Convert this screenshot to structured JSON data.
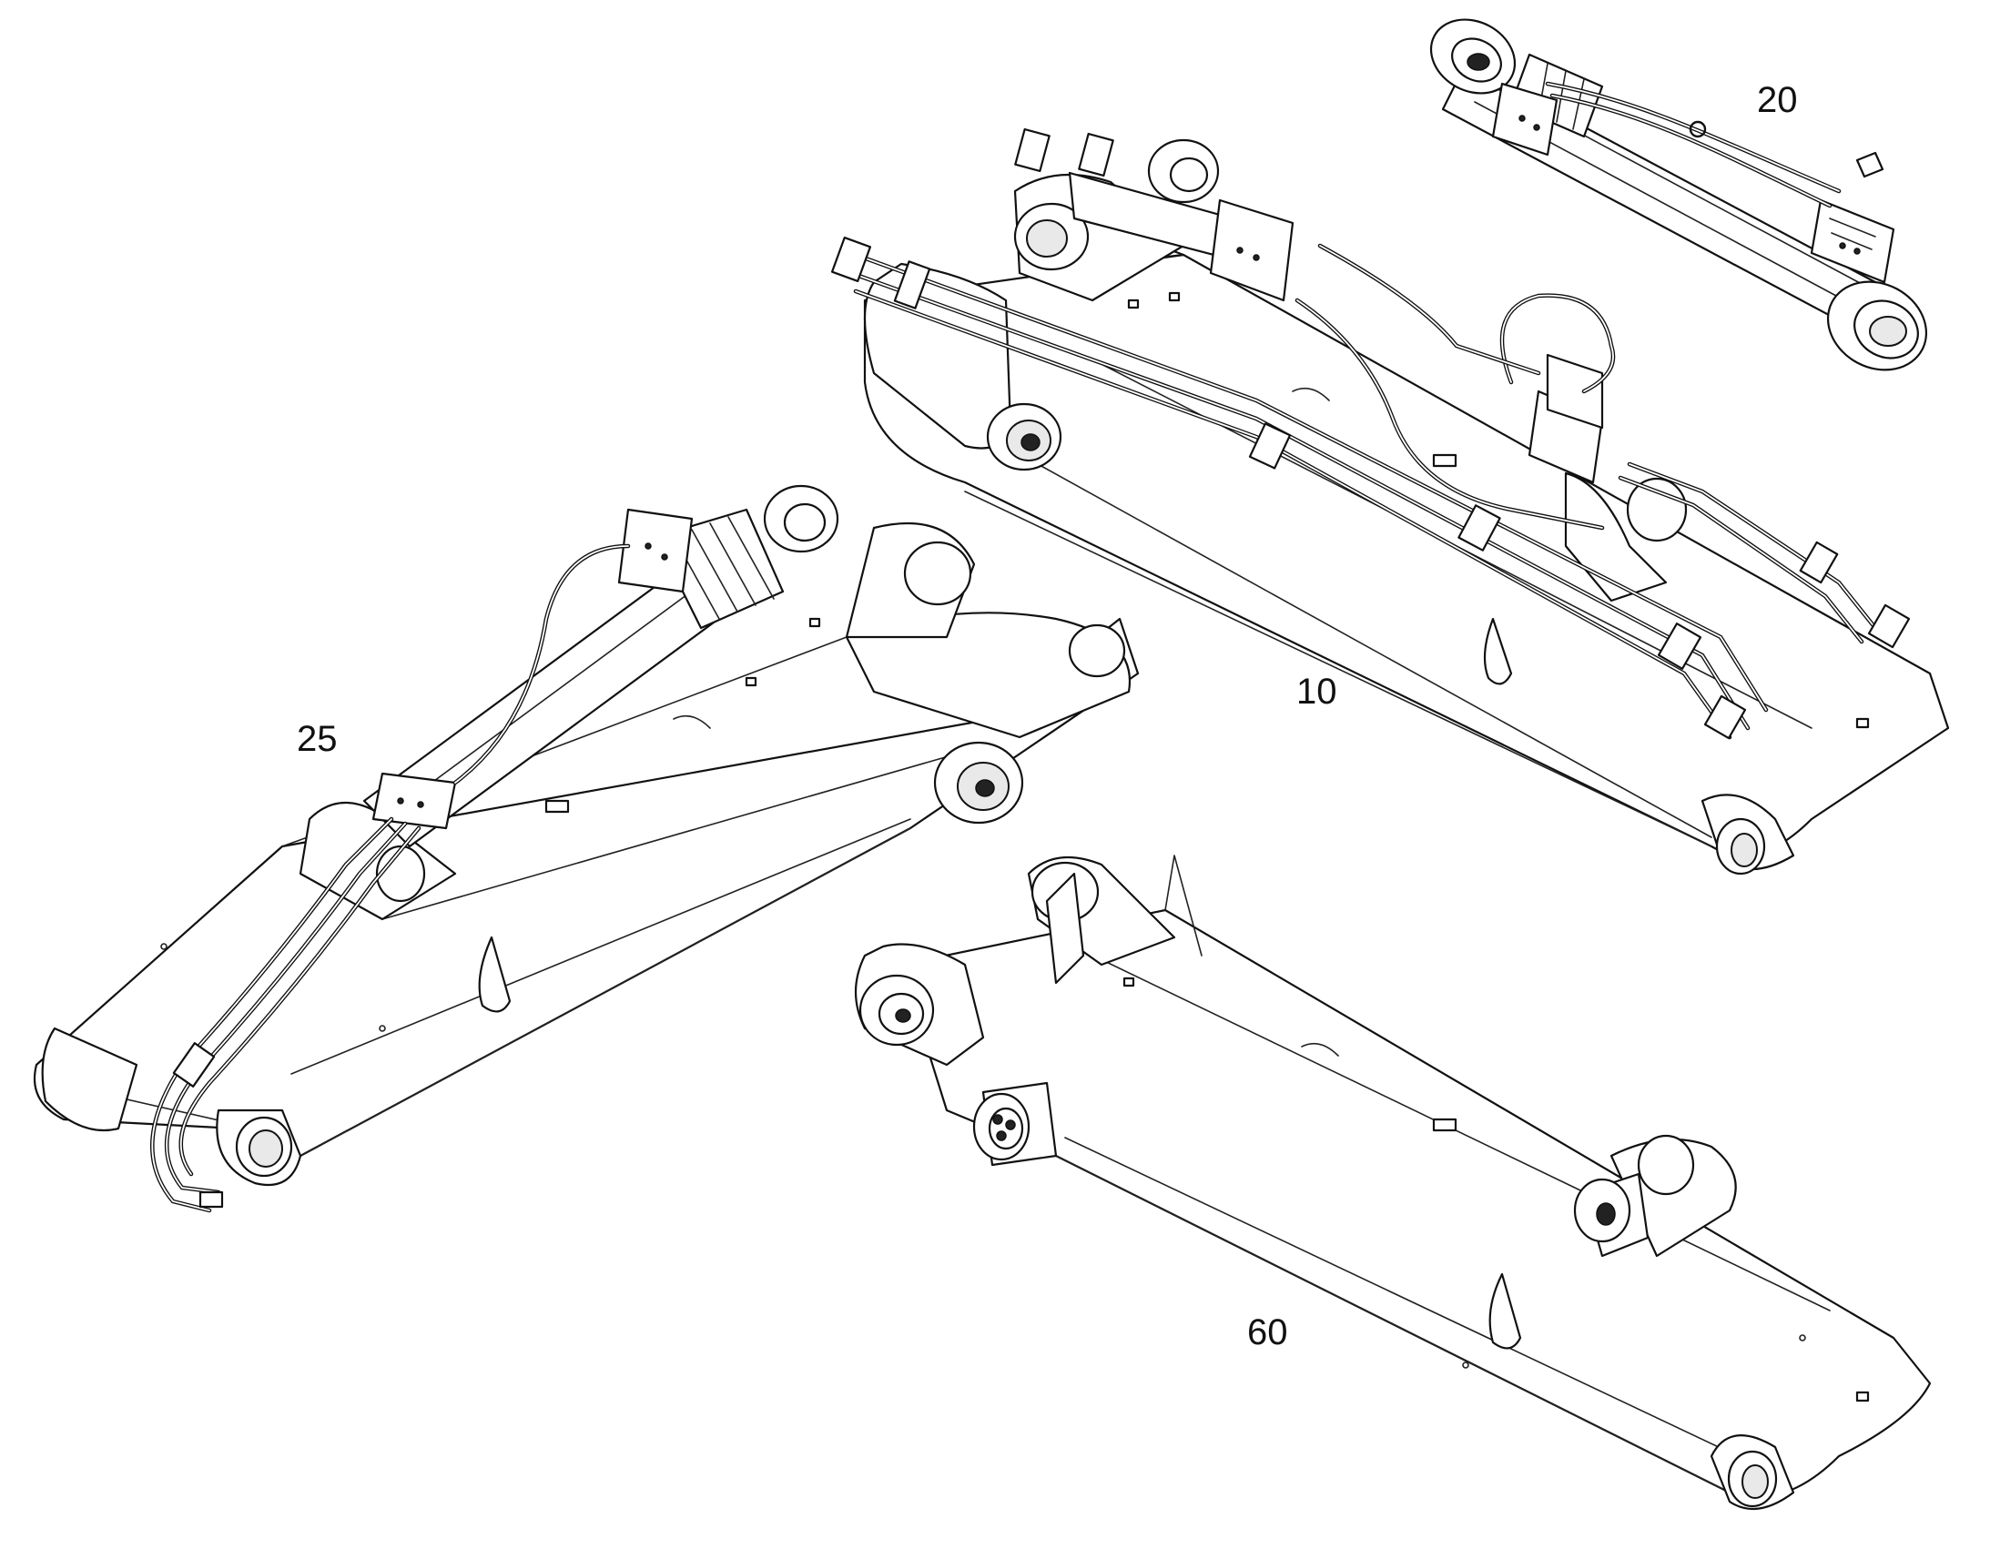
{
  "parts": [
    {
      "id": "boom-assembly-with-hoses",
      "callout": "10"
    },
    {
      "id": "hydraulic-cylinder",
      "callout": "20"
    },
    {
      "id": "cylinder-on-boom",
      "callout": "25"
    },
    {
      "id": "boom-bare",
      "callout": "60"
    }
  ],
  "colors": {
    "line": "#111111",
    "background": "#ffffff"
  }
}
